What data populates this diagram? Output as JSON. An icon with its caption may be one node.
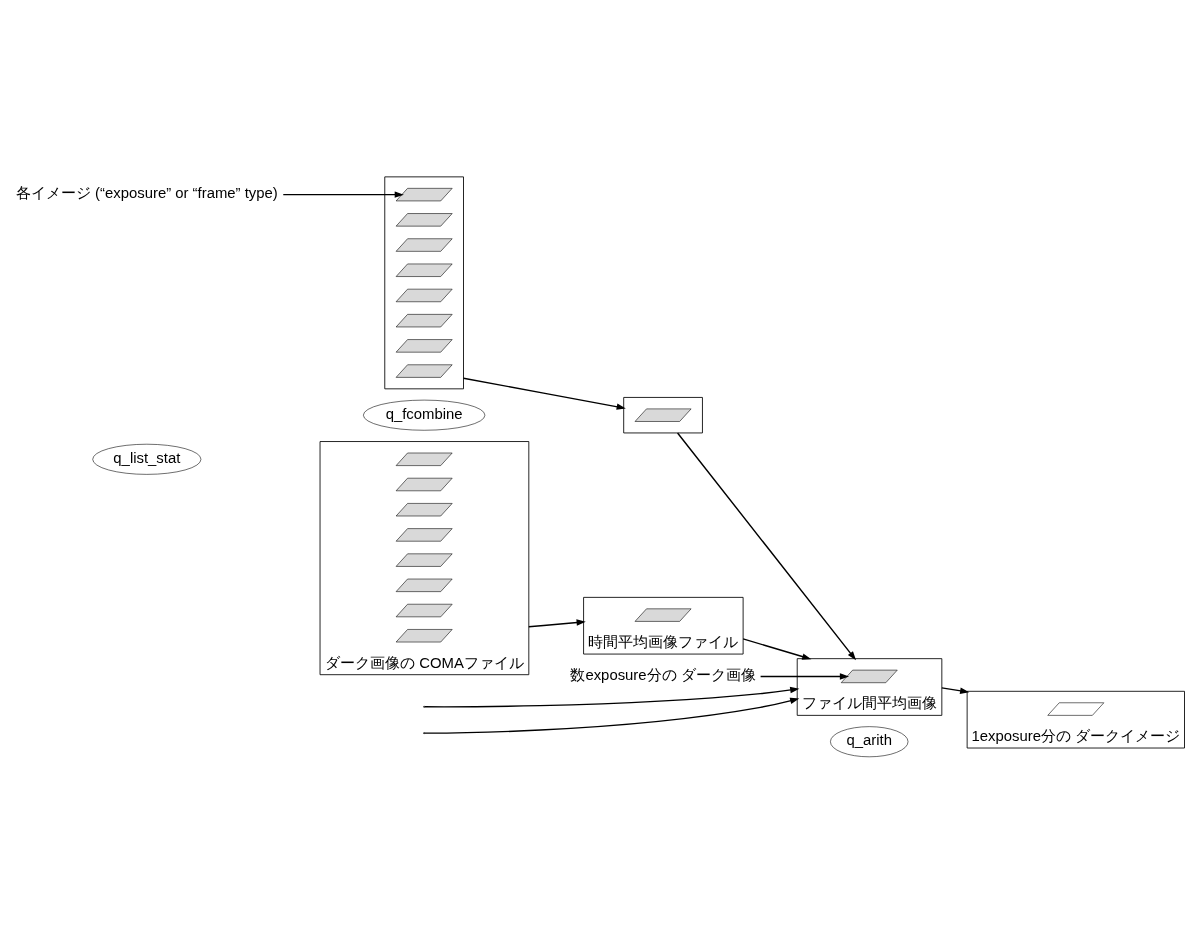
{
  "diagram": {
    "nodes": [
      {
        "text": [
          "各イメージ (“exposure” or “frame” type)"
        ]
      },
      {
        "text": [],
        "shape": "box"
      },
      {
        "text": [],
        "shape": "parallelogram",
        "in": 1
      },
      {
        "text": [],
        "shape": "parallelogram",
        "in": 1
      },
      {
        "text": [],
        "shape": "parallelogram",
        "in": 1
      },
      {
        "text": [],
        "shape": "parallelogram",
        "in": 1
      },
      {
        "text": [],
        "shape": "parallelogram",
        "in": 1
      },
      {
        "text": [],
        "shape": "parallelogram",
        "in": 1
      },
      {
        "text": [],
        "shape": "parallelogram",
        "in": 1
      },
      {
        "text": [],
        "shape": "parallelogram",
        "in": 1
      },
      {
        "text": [],
        "shape": "box"
      },
      {
        "text": [],
        "shape": "parallelogram",
        "in": 10
      },
      {
        "text": [
          "ダーク画像の COMAファイル"
        ]
      },
      {
        "text": [],
        "shape": "parallelogram",
        "in": 12
      },
      {
        "text": [],
        "shape": "parallelogram",
        "in": 12
      },
      {
        "text": [],
        "shape": "parallelogram",
        "in": 12
      },
      {
        "text": [],
        "shape": "parallelogram",
        "in": 12
      },
      {
        "text": [],
        "shape": "parallelogram",
        "in": 12
      },
      {
        "text": [],
        "shape": "parallelogram",
        "in": 12
      },
      {
        "text": [],
        "shape": "parallelogram",
        "in": 12
      },
      {
        "text": [],
        "shape": "parallelogram",
        "in": 12
      },
      {
        "text": [
          "時間平均画像ファイル"
        ]
      },
      {
        "text": [],
        "shape": "parallelogram",
        "in": 21
      },
      {
        "text": [
          "ファイル間平均画像"
        ]
      },
      {
        "text": [],
        "shape": "parallelogram",
        "in": 23
      },
      {
        "text": [
          "1exposure分の ダークイメージ"
        ]
      },
      {
        "text": [],
        "shape": "parallelogram",
        "in": 25
      },
      {
        "text": [
          "数exposure分の ダーク画像"
        ]
      },
      {
        "text": [
          "q_fcombine"
        ]
      },
      {
        "text": [
          "q_list_stat"
        ]
      },
      {
        "text": [
          "q_arith"
        ]
      }
    ],
    "edges": [
      {
        "from": 0,
        "to": 2,
        "arrow": "to"
      },
      {
        "from": 1,
        "to": 10,
        "arrow": "to"
      },
      {
        "from": 12,
        "to": 21,
        "arrow": "to"
      },
      {
        "from": 10,
        "to": 23,
        "arrow": "to"
      },
      {
        "from": null,
        "to": 23,
        "arrow": "to"
      },
      {
        "from": null,
        "to": 23,
        "arrow": "to"
      },
      {
        "from": 21,
        "to": 23,
        "arrow": "to"
      },
      {
        "from": 27,
        "to": 24,
        "arrow": "to"
      },
      {
        "from": 23,
        "to": 25,
        "arrow": "to"
      }
    ]
  }
}
